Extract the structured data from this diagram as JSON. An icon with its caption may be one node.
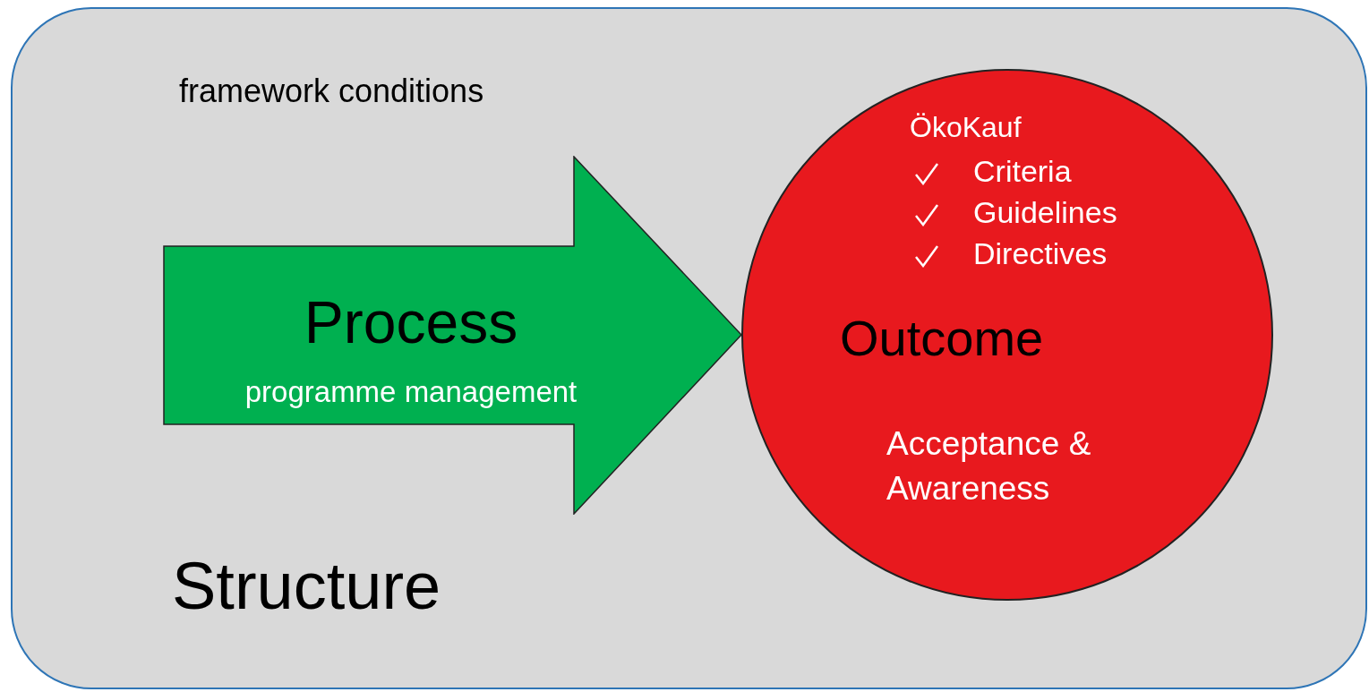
{
  "diagram": {
    "nodes": [
      {
        "text": [
          "framework conditions",
          "Structure"
        ]
      },
      {
        "text": [
          "Process",
          "programme management"
        ],
        "in": 0
      },
      {
        "text": [
          "ÖkoKauf",
          "Criteria",
          "Guidelines",
          "Directives",
          "Outcome",
          "Acceptance & Awareness"
        ],
        "in": 0
      }
    ],
    "edges": []
  }
}
